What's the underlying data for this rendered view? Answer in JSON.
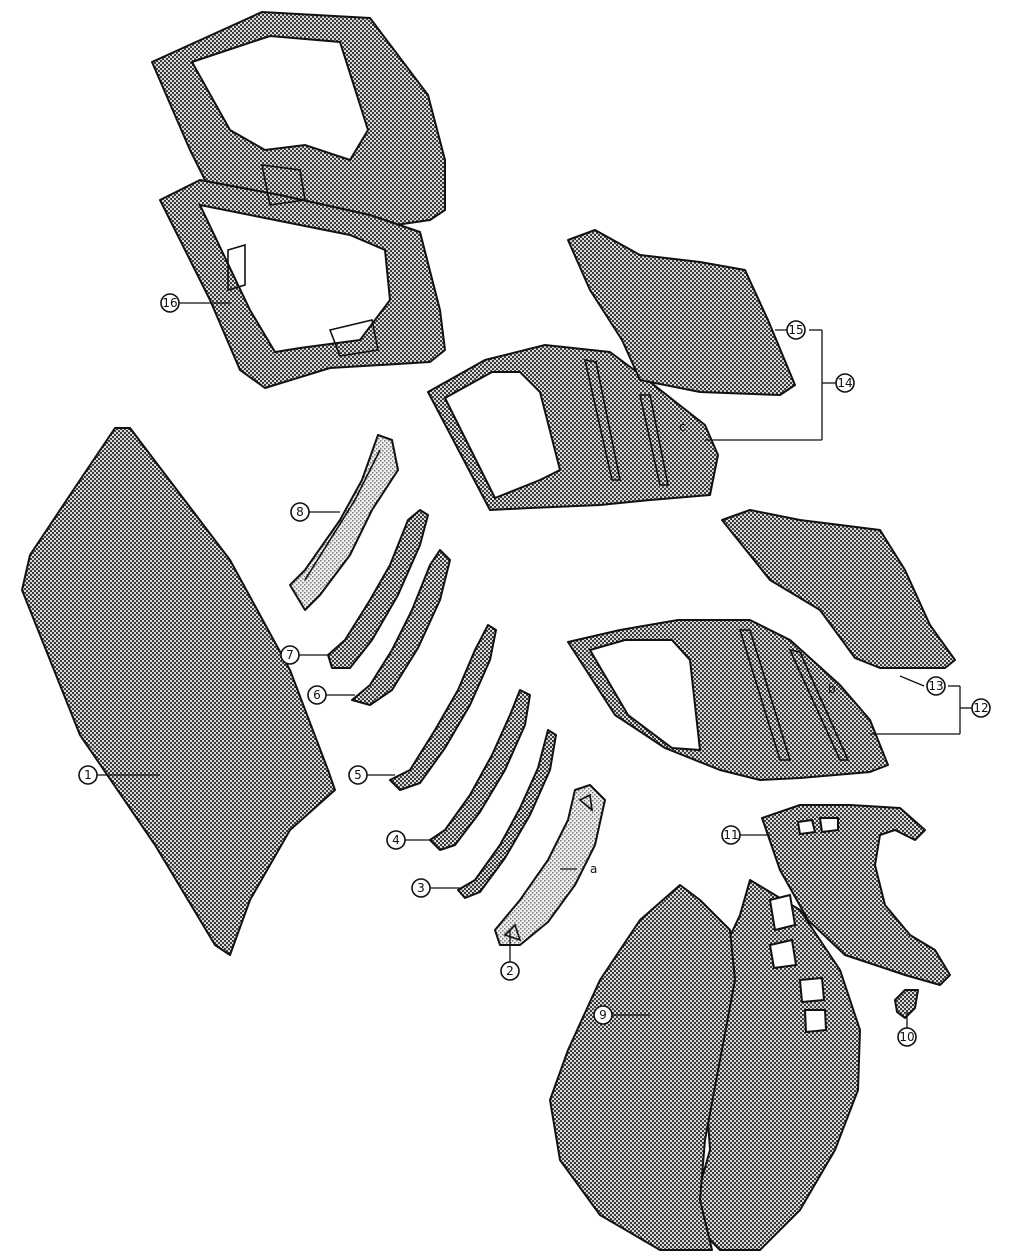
{
  "callouts": {
    "c1": "1",
    "c2": "2",
    "c3": "3",
    "c4": "4",
    "c5": "5",
    "c6": "6",
    "c7": "7",
    "c8": "8",
    "c9": "9",
    "c10": "10",
    "c11": "11",
    "c12": "12",
    "c13": "13",
    "c14": "14",
    "c15": "15",
    "c16": "16"
  },
  "letters": {
    "a": "a",
    "b": "b",
    "c": "c"
  }
}
